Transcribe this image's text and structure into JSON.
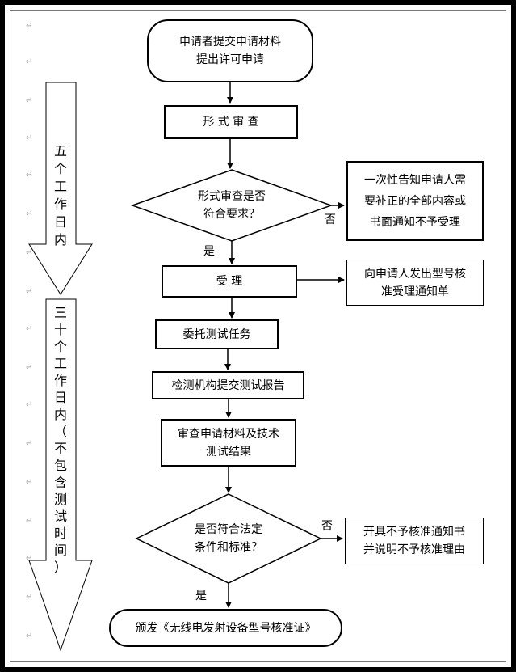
{
  "nodes": {
    "start": {
      "line1": "申请者提交申请材料",
      "line2": "提出许可申请"
    },
    "formal_review": "形 式 审 查",
    "decision1": {
      "line1": "形式审查是否",
      "line2": "符合要求？"
    },
    "notice_supplement": {
      "line1": "一次性告知申请人需",
      "line2": "要补正的全部内容或",
      "line3": "书面通知不予受理"
    },
    "accept": "受 理",
    "accept_notice": {
      "line1": "向申请人发出型号核",
      "line2": "准受理通知单"
    },
    "commission_test": "委托测试任务",
    "test_report": "检测机构提交测试报告",
    "review_materials": {
      "line1": "审查申请材料及技术",
      "line2": "测试结果"
    },
    "decision2": {
      "line1": "是否符合法定",
      "line2": "条件和标准？"
    },
    "refuse_notice": {
      "line1": "开具不予核准通知书",
      "line2": "并说明不予核准理由"
    },
    "issue": "颁发《无线电发射设备型号核准证》"
  },
  "edge_labels": {
    "yes1": "是",
    "no1": "否",
    "yes2": "是",
    "no2": "否"
  },
  "side_arrows": {
    "five_days": [
      "五",
      "个",
      "工",
      "作",
      "日",
      "内"
    ],
    "thirty_days": [
      "三",
      "十",
      "个",
      "工",
      "作",
      "日",
      "内",
      "（",
      "不",
      "包",
      "含",
      "测",
      "试",
      "时",
      "间",
      "）"
    ]
  },
  "paragraph_mark": "↵"
}
